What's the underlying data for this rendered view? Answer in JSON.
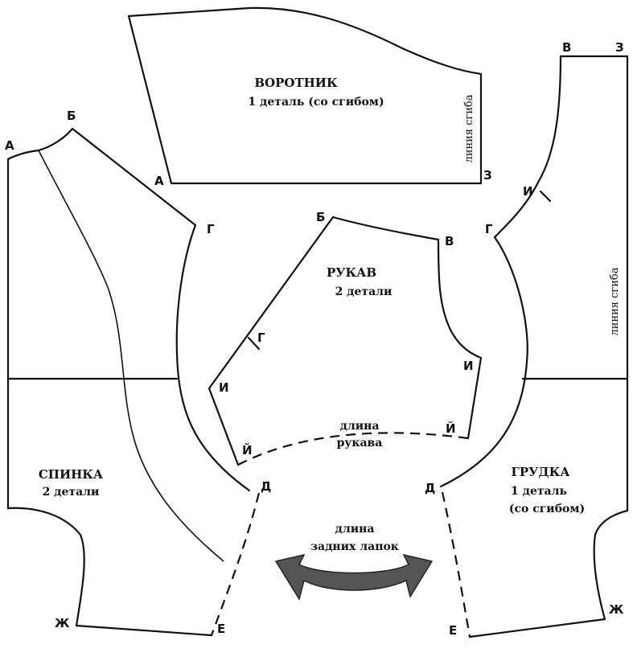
{
  "labels": {
    "collar_title": "ВОРОТНИК",
    "collar_sub": "1 деталь (со сгибом)",
    "collar_fold": "линия сгиба",
    "sleeve_title": "РУКАВ",
    "sleeve_sub": "2 детали",
    "sleeve_length_1": "длина",
    "sleeve_length_2": "рукава",
    "back_title": "СПИНКА",
    "back_sub": "2 детали",
    "chest_title": "ГРУДКА",
    "chest_sub": "1 деталь",
    "chest_sub2": "(со сгибом)",
    "chest_fold": "линия сгиба",
    "hind_length_1": "длина",
    "hind_length_2": "задних лапок"
  },
  "points": {
    "A": "А",
    "B": "Б",
    "V": "В",
    "G": "Г",
    "D": "Д",
    "E": "Е",
    "Zh": "Ж",
    "Z": "З",
    "I": "И",
    "Y": "Й"
  },
  "icons": {
    "arrow": "curved-double-arrow-icon"
  }
}
